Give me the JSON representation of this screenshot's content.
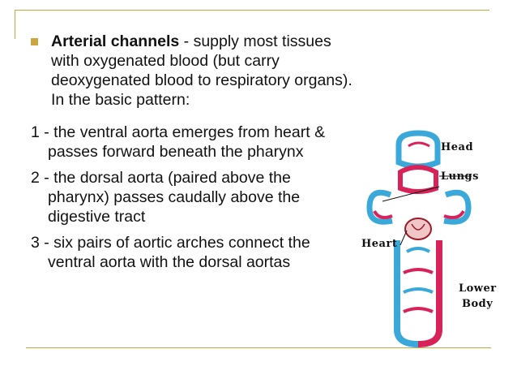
{
  "slide": {
    "intro_bold": "Arterial channels",
    "intro_lines": [
      " - supply most tissues",
      "with oxygenated blood (but carry",
      "deoxygenated blood to respiratory organs).",
      "In the basic pattern:"
    ],
    "items": [
      {
        "line1": "1 - the ventral aorta emerges from heart &",
        "line2": "passes forward beneath the pharynx"
      },
      {
        "line1": "2 - the dorsal aorta (paired above the",
        "line2": "pharynx) passes caudally above the",
        "line3": "digestive tract"
      },
      {
        "line1": "3 - six pairs of aortic arches connect the",
        "line2": "ventral aorta with the dorsal aortas"
      }
    ]
  },
  "figure": {
    "labels": {
      "head": "Head",
      "lungs": "Lungs",
      "heart": "Heart",
      "lower1": "Lower",
      "lower2": "Body"
    },
    "colors": {
      "oxygenated": "#d8235a",
      "deoxygenated": "#3aa8d8"
    }
  },
  "colors": {
    "accent": "#c9a640"
  }
}
